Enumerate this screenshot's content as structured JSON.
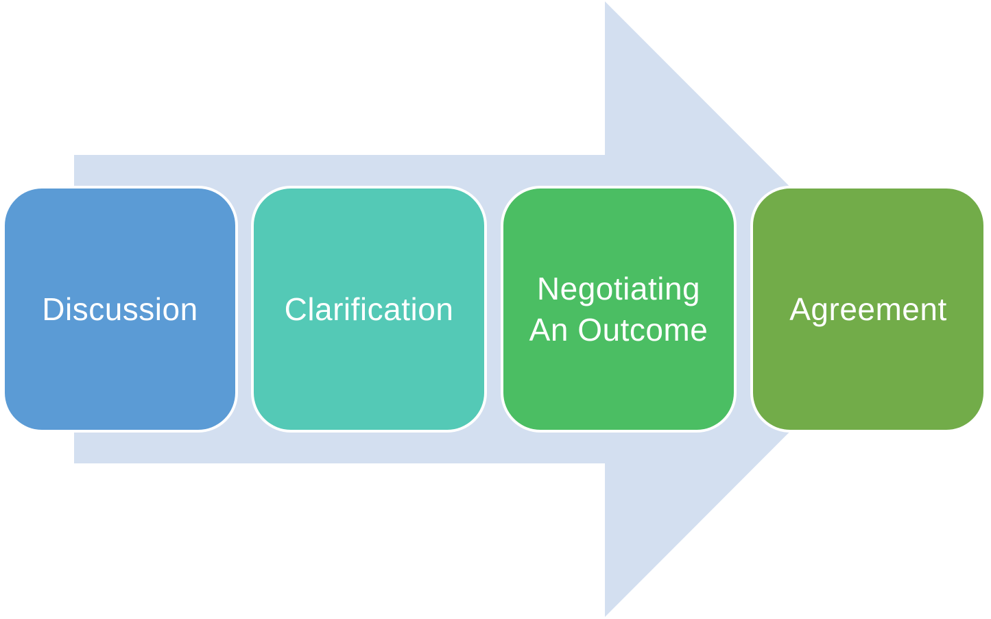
{
  "diagram": {
    "arrow_color": "#d3dff0",
    "steps": [
      {
        "label": "Discussion",
        "color": "#5b9bd5"
      },
      {
        "label": "Clarification",
        "color": "#54c9b6"
      },
      {
        "label": "Negotiating\nAn Outcome",
        "color": "#4bbe63"
      },
      {
        "label": "Agreement",
        "color": "#72ac49"
      }
    ]
  }
}
